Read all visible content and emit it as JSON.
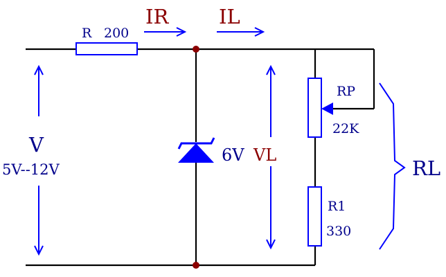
{
  "labels": {
    "resistor_r": "R",
    "resistor_r_value": "200",
    "current_ir": "IR",
    "current_il": "IL",
    "voltage_v": "V",
    "voltage_range": "5V--12V",
    "zener_voltage": "6V",
    "voltage_vl": "VL",
    "pot_name": "RP",
    "pot_value": "22K",
    "resistor_r1": "R1",
    "resistor_r1_value": "330",
    "load_rl": "RL"
  },
  "colors": {
    "wire": "#000000",
    "arrow": "#0000ff",
    "component_outline": "#0000ff",
    "node_dot": "#8b0000",
    "current_label": "#8b0000",
    "vl_label": "#8b0000",
    "text": "#00008b"
  }
}
